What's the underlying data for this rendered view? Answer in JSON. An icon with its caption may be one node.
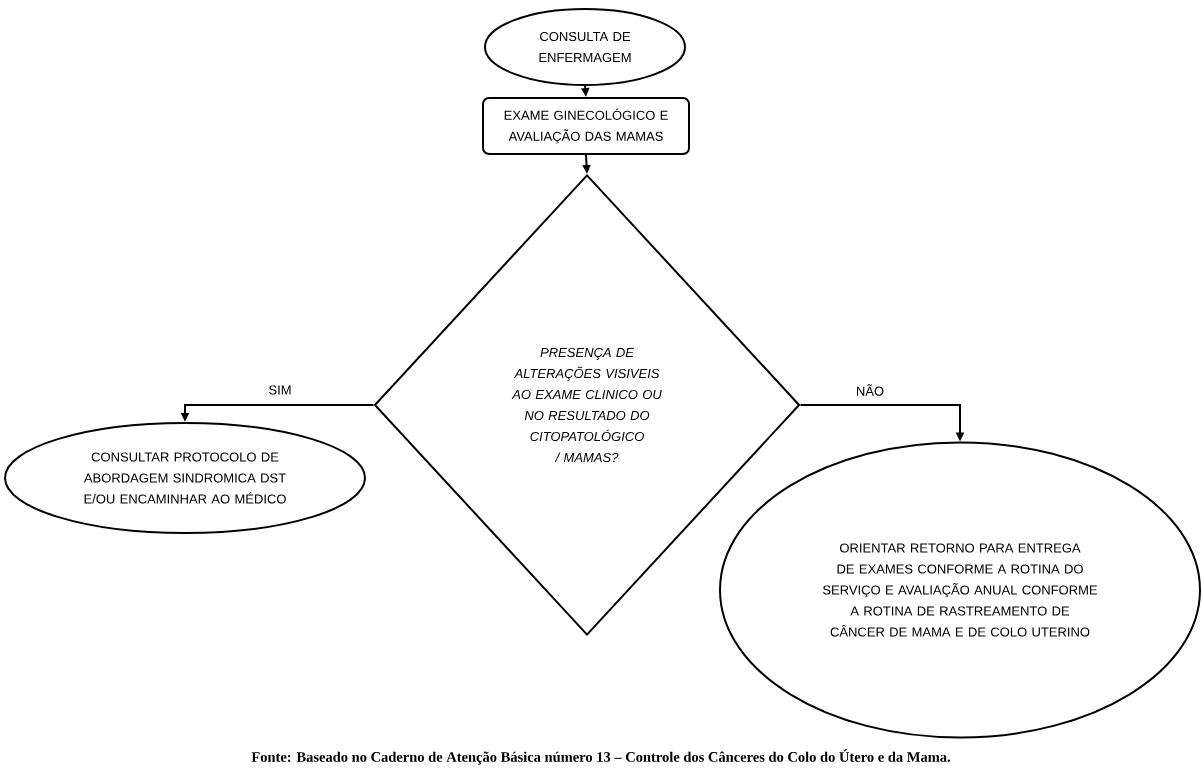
{
  "diagram": {
    "caption": "Fonte: Baseado no Caderno de Atenção Básica número 13 – Controle dos Cânceres do Colo do Útero e da Mama.",
    "nodes": [
      {
        "text": [
          "CONSULTA DE ENFERMAGEM"
        ]
      },
      {
        "text": [
          "EXAME GINECOLÓGICO E AVALIAÇÃO DAS MAMAS"
        ]
      },
      {
        "text": [
          "PRESENÇA DE ALTERAÇÕES VISIVEIS AO EXAME CLINICO OU NO RESULTADO DO CITOPATOLÓGICO / MAMAS?"
        ]
      },
      {
        "text": [
          "CONSULTAR PROTOCOLO DE ABORDAGEM SINDROMICA DST E/OU ENCAMINHAR AO MÉDICO"
        ]
      },
      {
        "text": [
          "ORIENTAR RETORNO PARA ENTREGA DE EXAMES CONFORME A ROTINA DO SERVIÇO E AVALIAÇÃO ANUAL CONFORME A ROTINA DE RASTREAMENTO DE CÂNCER DE MAMA E DE COLO UTERINO"
        ]
      }
    ],
    "edges": [
      {
        "from": 0,
        "to": 1,
        "arrow": "to"
      },
      {
        "from": 1,
        "to": 2,
        "arrow": "to"
      },
      {
        "from": 2,
        "to": 3,
        "arrow": "to",
        "label": "SIM"
      },
      {
        "from": 2,
        "to": 4,
        "arrow": "to",
        "label": "NÃO"
      }
    ]
  }
}
